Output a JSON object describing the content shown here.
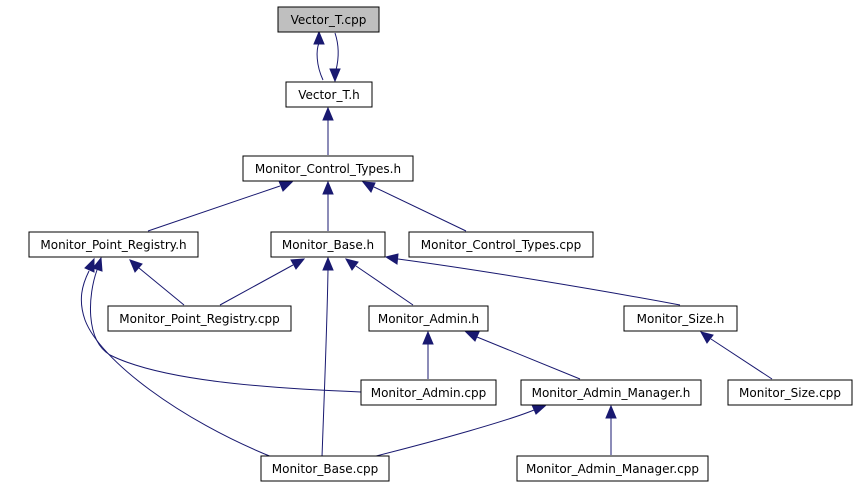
{
  "diagram": {
    "nodes": {
      "vector_t_cpp": "Vector_T.cpp",
      "vector_t_h": "Vector_T.h",
      "monitor_control_types_h": "Monitor_Control_Types.h",
      "monitor_point_registry_h": "Monitor_Point_Registry.h",
      "monitor_base_h": "Monitor_Base.h",
      "monitor_control_types_cpp": "Monitor_Control_Types.cpp",
      "monitor_point_registry_cpp": "Monitor_Point_Registry.cpp",
      "monitor_admin_h": "Monitor_Admin.h",
      "monitor_size_h": "Monitor_Size.h",
      "monitor_admin_cpp": "Monitor_Admin.cpp",
      "monitor_admin_manager_h": "Monitor_Admin_Manager.h",
      "monitor_size_cpp": "Monitor_Size.cpp",
      "monitor_base_cpp": "Monitor_Base.cpp",
      "monitor_admin_manager_cpp": "Monitor_Admin_Manager.cpp"
    },
    "highlighted_node": "vector_t_cpp",
    "edges": [
      {
        "from": "vector_t_cpp",
        "to": "vector_t_h"
      },
      {
        "from": "vector_t_h",
        "to": "vector_t_cpp"
      },
      {
        "from": "vector_t_h",
        "to": "monitor_control_types_h"
      },
      {
        "from": "monitor_control_types_h",
        "to": "monitor_point_registry_h"
      },
      {
        "from": "monitor_control_types_h",
        "to": "monitor_base_h"
      },
      {
        "from": "monitor_control_types_h",
        "to": "monitor_control_types_cpp"
      },
      {
        "from": "monitor_point_registry_h",
        "to": "monitor_point_registry_cpp"
      },
      {
        "from": "monitor_point_registry_h",
        "to": "monitor_admin_cpp"
      },
      {
        "from": "monitor_point_registry_h",
        "to": "monitor_base_cpp"
      },
      {
        "from": "monitor_base_h",
        "to": "monitor_point_registry_cpp"
      },
      {
        "from": "monitor_base_h",
        "to": "monitor_base_cpp"
      },
      {
        "from": "monitor_base_h",
        "to": "monitor_admin_h"
      },
      {
        "from": "monitor_base_h",
        "to": "monitor_size_h"
      },
      {
        "from": "monitor_admin_h",
        "to": "monitor_admin_cpp"
      },
      {
        "from": "monitor_admin_h",
        "to": "monitor_admin_manager_h"
      },
      {
        "from": "monitor_size_h",
        "to": "monitor_size_cpp"
      },
      {
        "from": "monitor_admin_manager_h",
        "to": "monitor_base_cpp"
      },
      {
        "from": "monitor_admin_manager_h",
        "to": "monitor_admin_manager_cpp"
      }
    ],
    "colors": {
      "edge": "#191970",
      "node_border": "#000000",
      "node_fill": "#ffffff",
      "highlight_fill": "#bfbfbf"
    }
  }
}
